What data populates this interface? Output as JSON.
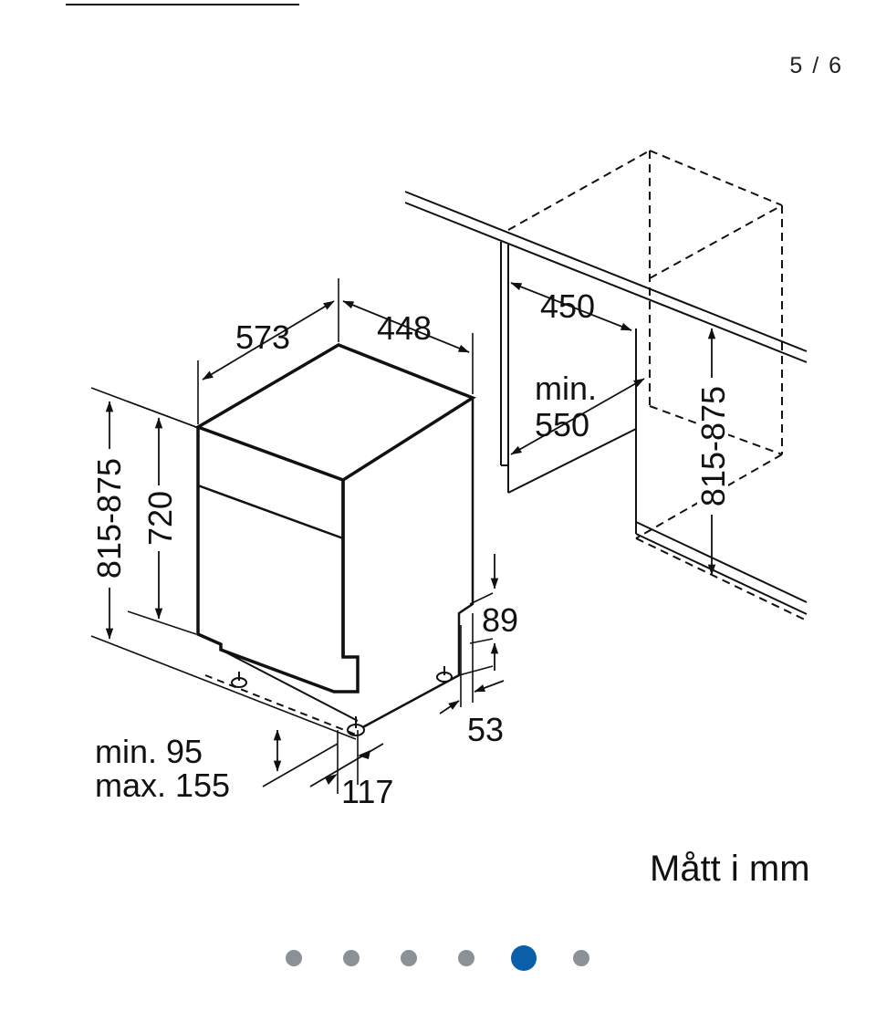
{
  "header": {
    "page_counter": "5 / 6"
  },
  "dimensions": {
    "depth": "573",
    "width": "448",
    "niche_width": "450",
    "niche_depth_line1": "min.",
    "niche_depth_line2": "550",
    "height_range_left": "815-875",
    "height_range_right": "815-875",
    "door_height": "720",
    "plinth_height": "89",
    "plinth_offset": "53",
    "foot_height_line1": "min. 95",
    "foot_height_line2": "max. 155",
    "plinth_depth": "117"
  },
  "footer": {
    "units_label": "Mått i mm"
  },
  "pagination": {
    "total": 6,
    "active_index": 4,
    "active_color": "#0b5ea8",
    "inactive_color": "#8c9198"
  }
}
